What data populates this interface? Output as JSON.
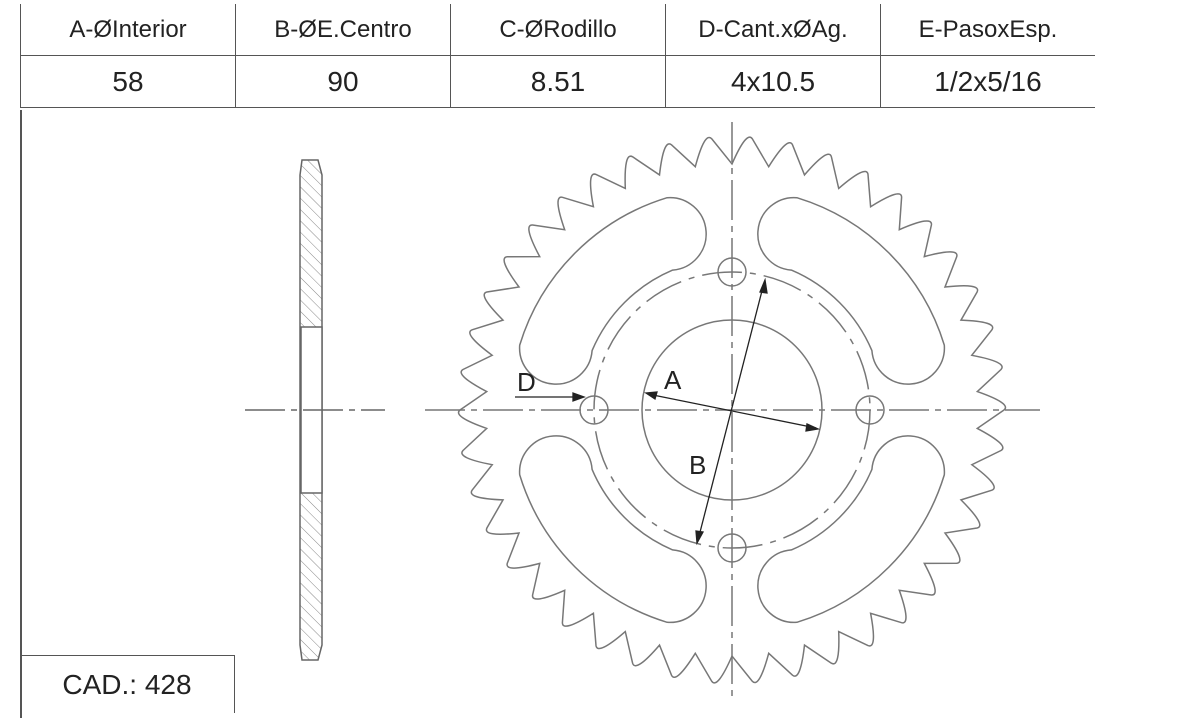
{
  "table": {
    "headers": [
      "A-ØInterior",
      "B-ØE.Centro",
      "C-ØRodillo",
      "D-Cant.xØAg.",
      "E-PasoxEsp."
    ],
    "values": [
      "58",
      "90",
      "8.51",
      "4x10.5",
      "1/2x5/16"
    ]
  },
  "cad": "CAD.: 428",
  "labels": {
    "a": "A",
    "b": "B",
    "d": "D"
  },
  "drawing": {
    "teeth": 42,
    "bolt_holes": 4,
    "slots": 4,
    "line_color": "#777777"
  }
}
